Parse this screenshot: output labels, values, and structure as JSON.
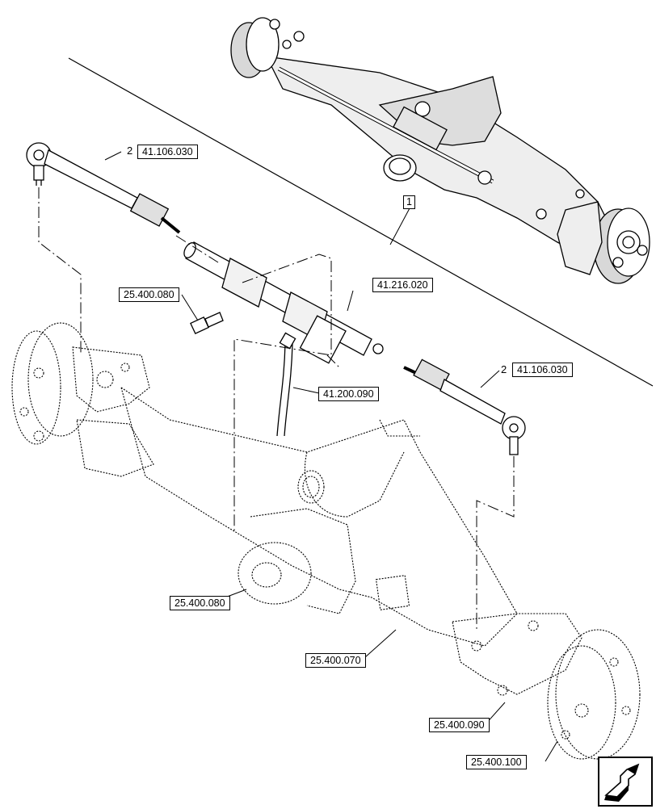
{
  "references": {
    "tie_rod_upper": "41.106.030",
    "tie_rod_lower": "41.106.030",
    "bolt": "25.400.080",
    "steering_cylinder": "41.216.020",
    "hydraulic_hose": "41.200.090",
    "trunnion": "25.400.080",
    "axle_housing": "25.400.070",
    "swivel_housing": "25.400.090",
    "hub": "25.400.100"
  },
  "item_numbers": {
    "axle_assembly": "1",
    "tie_rod_upper": "2",
    "tie_rod_lower": "2"
  },
  "navigation": {
    "icon": "next-page-arrow-icon"
  },
  "colors": {
    "line": "#000000",
    "background": "#ffffff",
    "shade": "#d9d9d9"
  }
}
